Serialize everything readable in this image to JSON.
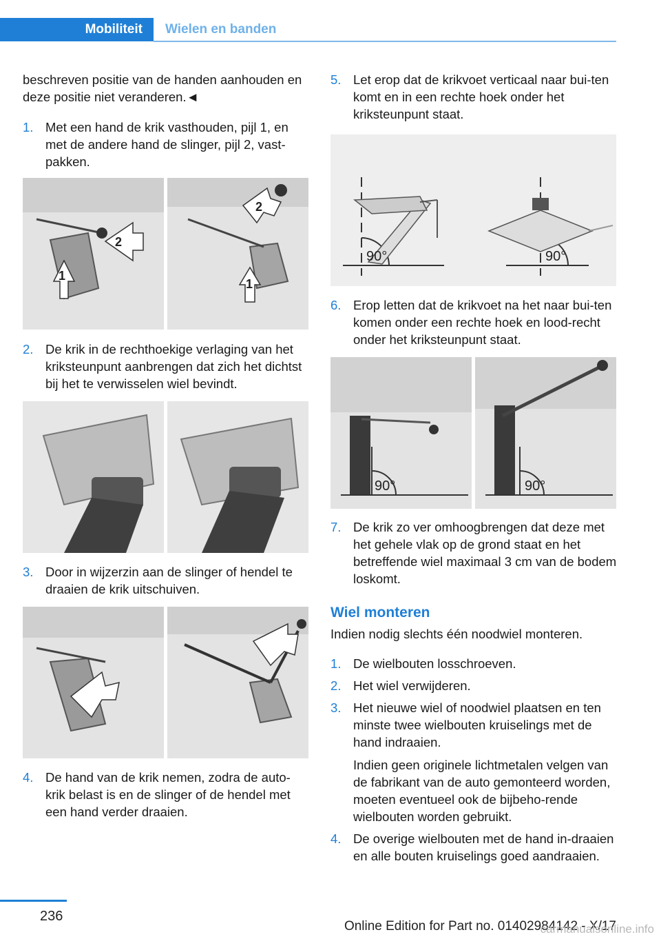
{
  "header": {
    "tab_active": "Mobiliteit",
    "tab_inactive": "Wielen en banden"
  },
  "left": {
    "intro": "beschreven positie van de handen aanhouden en deze positie niet veranderen.◄",
    "steps": [
      {
        "num": "1.",
        "text": "Met een hand de krik vasthouden, pijl 1, en met de andere hand de slinger, pijl 2, vast‐pakken."
      },
      {
        "num": "2.",
        "text": "De krik in de rechthoekige verlaging van het kriksteunpunt aanbrengen dat zich het dichtst bij het te verwisselen wiel bevindt."
      },
      {
        "num": "3.",
        "text": "Door in wijzerzin aan de slinger of hendel te draaien de krik uitschuiven."
      },
      {
        "num": "4.",
        "text": "De hand van de krik nemen, zodra de auto‐krik belast is en de slinger of de hendel met een hand verder draaien."
      }
    ],
    "fig1_labels": [
      "1",
      "2",
      "2",
      "1"
    ]
  },
  "right": {
    "steps": [
      {
        "num": "5.",
        "text": "Let erop dat de krikvoet verticaal naar bui‐ten komt en in een rechte hoek onder het kriksteunpunt staat."
      },
      {
        "num": "6.",
        "text": "Erop letten dat de krikvoet na het naar bui‐ten komen onder een rechte hoek en lood‐recht onder het kriksteunpunt staat."
      },
      {
        "num": "7.",
        "text": "De krik zo ver omhoogbrengen dat deze met het gehele vlak op de grond staat en het betreffende wiel maximaal 3 cm van de bodem loskomt."
      }
    ],
    "angle_label": "90°",
    "heading": "Wiel monteren",
    "heading_intro": "Indien nodig slechts één noodwiel monteren.",
    "mount_steps": [
      {
        "num": "1.",
        "text": "De wielbouten losschroeven."
      },
      {
        "num": "2.",
        "text": "Het wiel verwijderen."
      },
      {
        "num": "3.",
        "text": "Het nieuwe wiel of noodwiel plaatsen en ten minste twee wielbouten kruiselings met de hand indraaien."
      },
      {
        "num": "4.",
        "text": "De overige wielbouten met de hand in‐draaien en alle bouten kruiselings goed aandraaien."
      }
    ],
    "mount_note": "Indien geen originele lichtmetalen velgen van de fabrikant van de auto gemonteerd worden, moeten eventueel ook de bijbeho‐rende wielbouten worden gebruikt."
  },
  "footer": {
    "page_number": "236",
    "edition": "Online Edition for Part no. 01402984142 - X/17",
    "watermark": "carmanualsonline.info"
  }
}
